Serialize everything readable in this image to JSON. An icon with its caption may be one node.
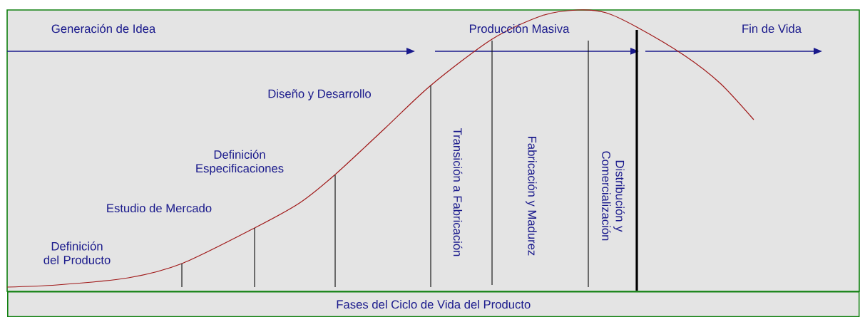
{
  "diagram": {
    "nodes": [
      {
        "text": [
          "Fases del Ciclo de Vida del Producto"
        ]
      }
    ],
    "labels": [
      "Generación de Idea",
      "Producción Masiva",
      "Fin de Vida",
      "Diseño y Desarrollo",
      "Definición Especificaciones",
      "Estudio de Mercado",
      "Definición del Producto",
      "Transición a Fabricación",
      "Fabricación y Madurez",
      "Distribución y Comercialización"
    ]
  }
}
